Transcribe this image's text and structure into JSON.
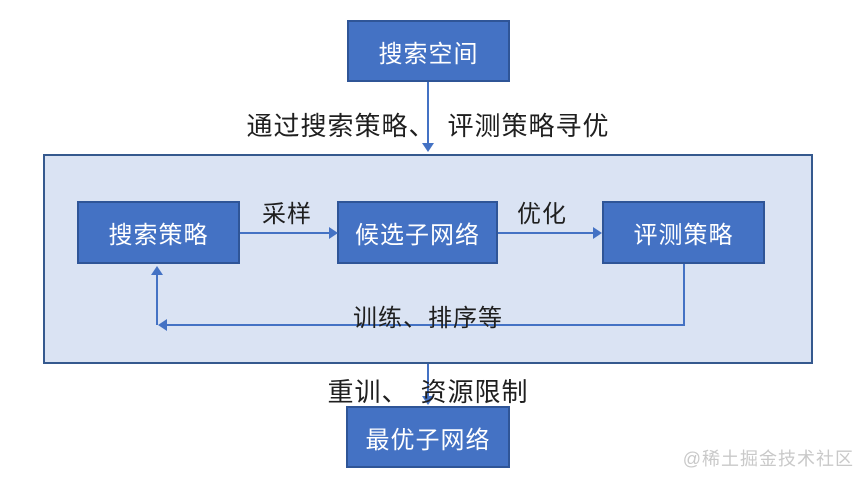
{
  "colors": {
    "box_fill": "#4472c4",
    "box_border": "#2f5597",
    "container_fill": "#dae3f3",
    "container_border": "#35598e",
    "arrow": "#4472c4",
    "label_text": "#1f1f1f",
    "box_text": "#ffffff",
    "watermark_text": "#c9c9c9"
  },
  "nodes": {
    "search_space": "搜索空间",
    "search_strategy": "搜索策略",
    "candidate_subnet": "候选子网络",
    "eval_strategy": "评测策略",
    "optimal_subnet": "最优子网络"
  },
  "edge_labels": {
    "top_left": "通过搜索策略、",
    "top_right": "评测策略寻优",
    "sampling": "采样",
    "optimize": "优化",
    "feedback": "训练、排序等",
    "bottom_left": "重训、",
    "bottom_right": "资源限制"
  },
  "watermark": "@稀土掘金技术社区"
}
